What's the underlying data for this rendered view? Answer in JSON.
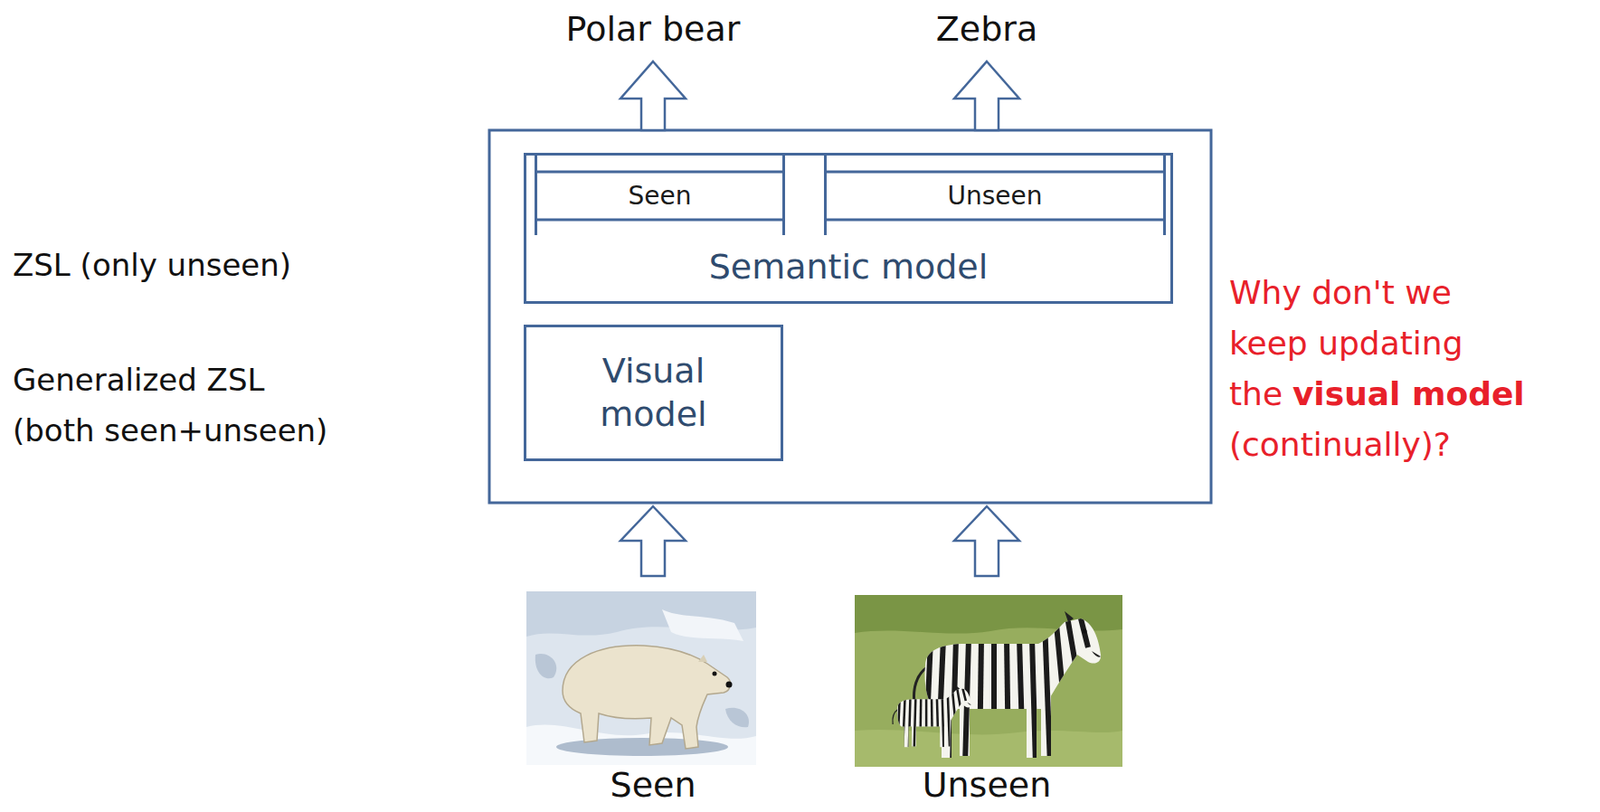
{
  "diagram": {
    "nodes": [
      {
        "text": [
          "Semantic model"
        ]
      },
      {
        "text": [
          "Seen"
        ],
        "in": 0
      },
      {
        "text": [
          "Unseen"
        ],
        "in": 0
      },
      {
        "text": [
          "Visual model"
        ]
      }
    ],
    "labels": [
      "Polar bear",
      "Zebra",
      "ZSL (only unseen)",
      "Generalized ZSL (both seen+unseen)",
      "Why don't we",
      "keep updating",
      "the",
      "visual model",
      "(continually)?",
      "Seen",
      "Unseen"
    ]
  }
}
